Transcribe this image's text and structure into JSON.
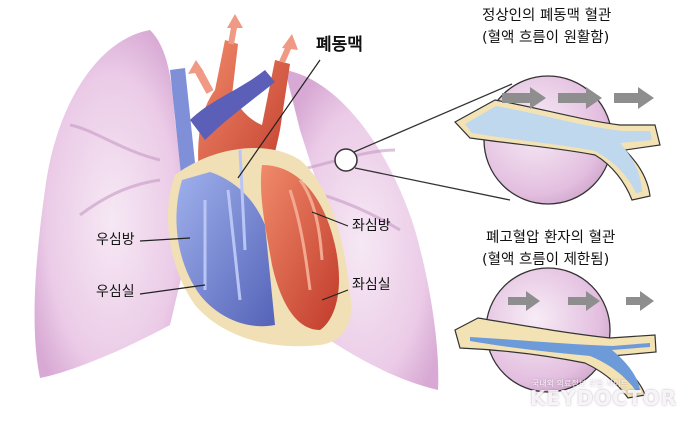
{
  "labels": {
    "pulmonary_artery": "폐동맥",
    "right_atrium": "우심방",
    "right_ventricle": "우심실",
    "left_atrium": "좌심방",
    "left_ventricle": "좌심실"
  },
  "normal_panel": {
    "line1": "정상인의 폐동맥 혈관",
    "line2": "(혈액 흐름이 원활함)"
  },
  "hypertension_panel": {
    "line1": "폐고혈압 환자의 혈관",
    "line2": "(혈액 흐름이 제한됨)"
  },
  "watermark": {
    "line1": "국내외 의료정보 포털 사이트",
    "line2": "KEYDOCTOR"
  },
  "colors": {
    "lung": "#e9c7e6",
    "deoxygenated_blue": "#6f7fd0",
    "oxygenated_red": "#d9533e",
    "vessel_wall": "#f3e2b4",
    "arrow_gray": "#8e8e8e"
  }
}
